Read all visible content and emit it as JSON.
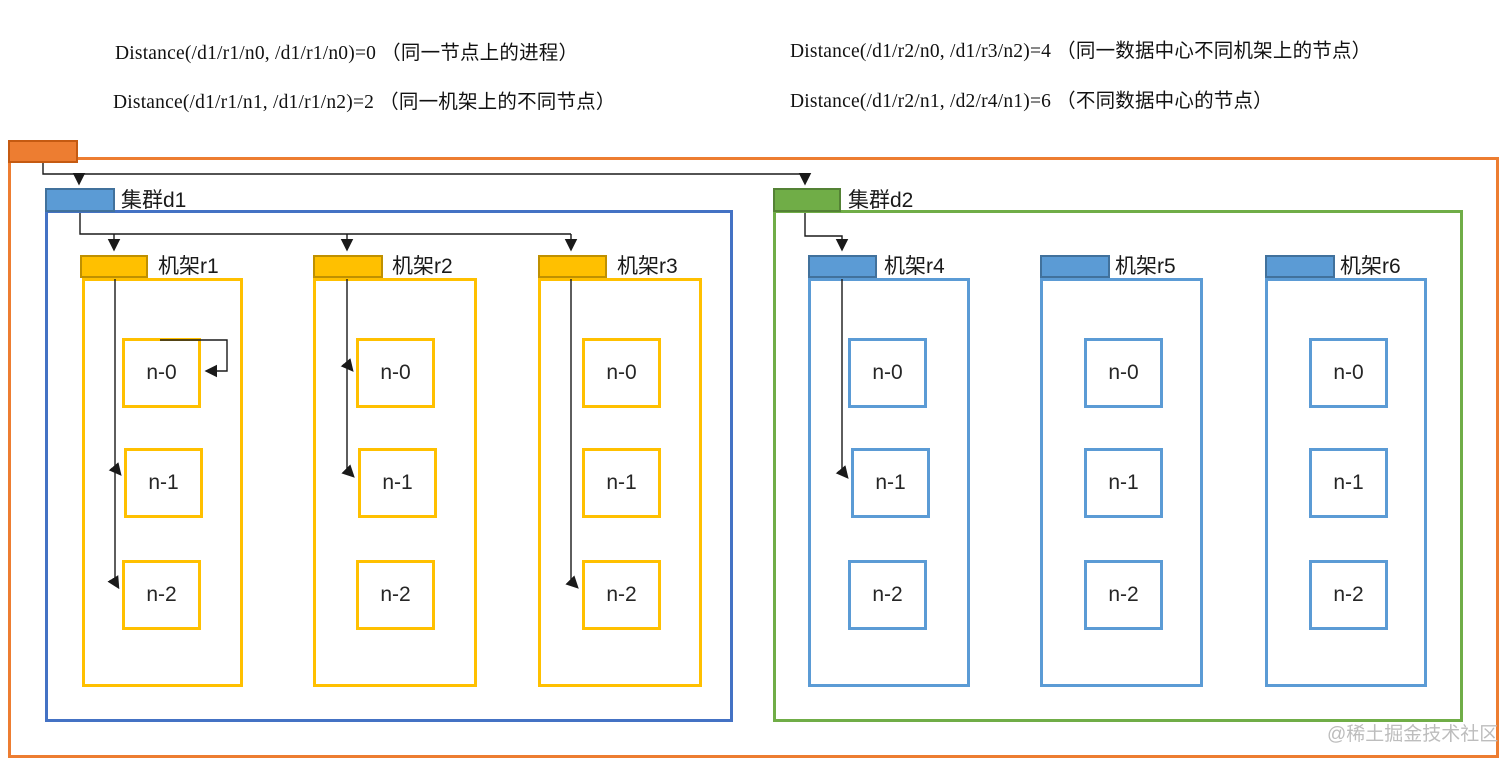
{
  "formulas": [
    "Distance(/d1/r1/n0, /d1/r1/n0)=0 （同一节点上的进程）",
    "Distance(/d1/r1/n1, /d1/r1/n2)=2 （同一机架上的不同节点）",
    "Distance(/d1/r2/n0, /d1/r3/n2)=4 （同一数据中心不同机架上的节点）",
    "Distance(/d1/r2/n1, /d2/r4/n1)=6 （不同数据中心的节点）"
  ],
  "clusters": [
    {
      "label": "集群d1",
      "accent": "#4472C4",
      "tab_fill": "#5B9BD5",
      "racks": [
        {
          "label": "机架r1",
          "nodes": [
            "n-0",
            "n-1",
            "n-2"
          ]
        },
        {
          "label": "机架r2",
          "nodes": [
            "n-0",
            "n-1",
            "n-2"
          ]
        },
        {
          "label": "机架r3",
          "nodes": [
            "n-0",
            "n-1",
            "n-2"
          ]
        }
      ]
    },
    {
      "label": "集群d2",
      "accent": "#70AD47",
      "tab_fill": "#70AD47",
      "racks": [
        {
          "label": "机架r4",
          "nodes": [
            "n-0",
            "n-1",
            "n-2"
          ]
        },
        {
          "label": "机架r5",
          "nodes": [
            "n-0",
            "n-1",
            "n-2"
          ]
        },
        {
          "label": "机架r6",
          "nodes": [
            "n-0",
            "n-1",
            "n-2"
          ]
        }
      ]
    }
  ],
  "colors": {
    "outer_border": "#ED7D31",
    "root_tab_fill": "#ED7D31",
    "root_tab_border": "#C55A11",
    "cluster1_border": "#4472C4",
    "cluster1_tab_fill": "#5B9BD5",
    "cluster2_border": "#70AD47",
    "cluster2_tab_fill": "#70AD47",
    "rack_yellow": "#FFC000",
    "rack_yellow_border": "#BF9000",
    "rack_blue": "#5B9BD5",
    "arrow": "#1a1a1a"
  },
  "watermark": "@稀土掘金技术社区"
}
